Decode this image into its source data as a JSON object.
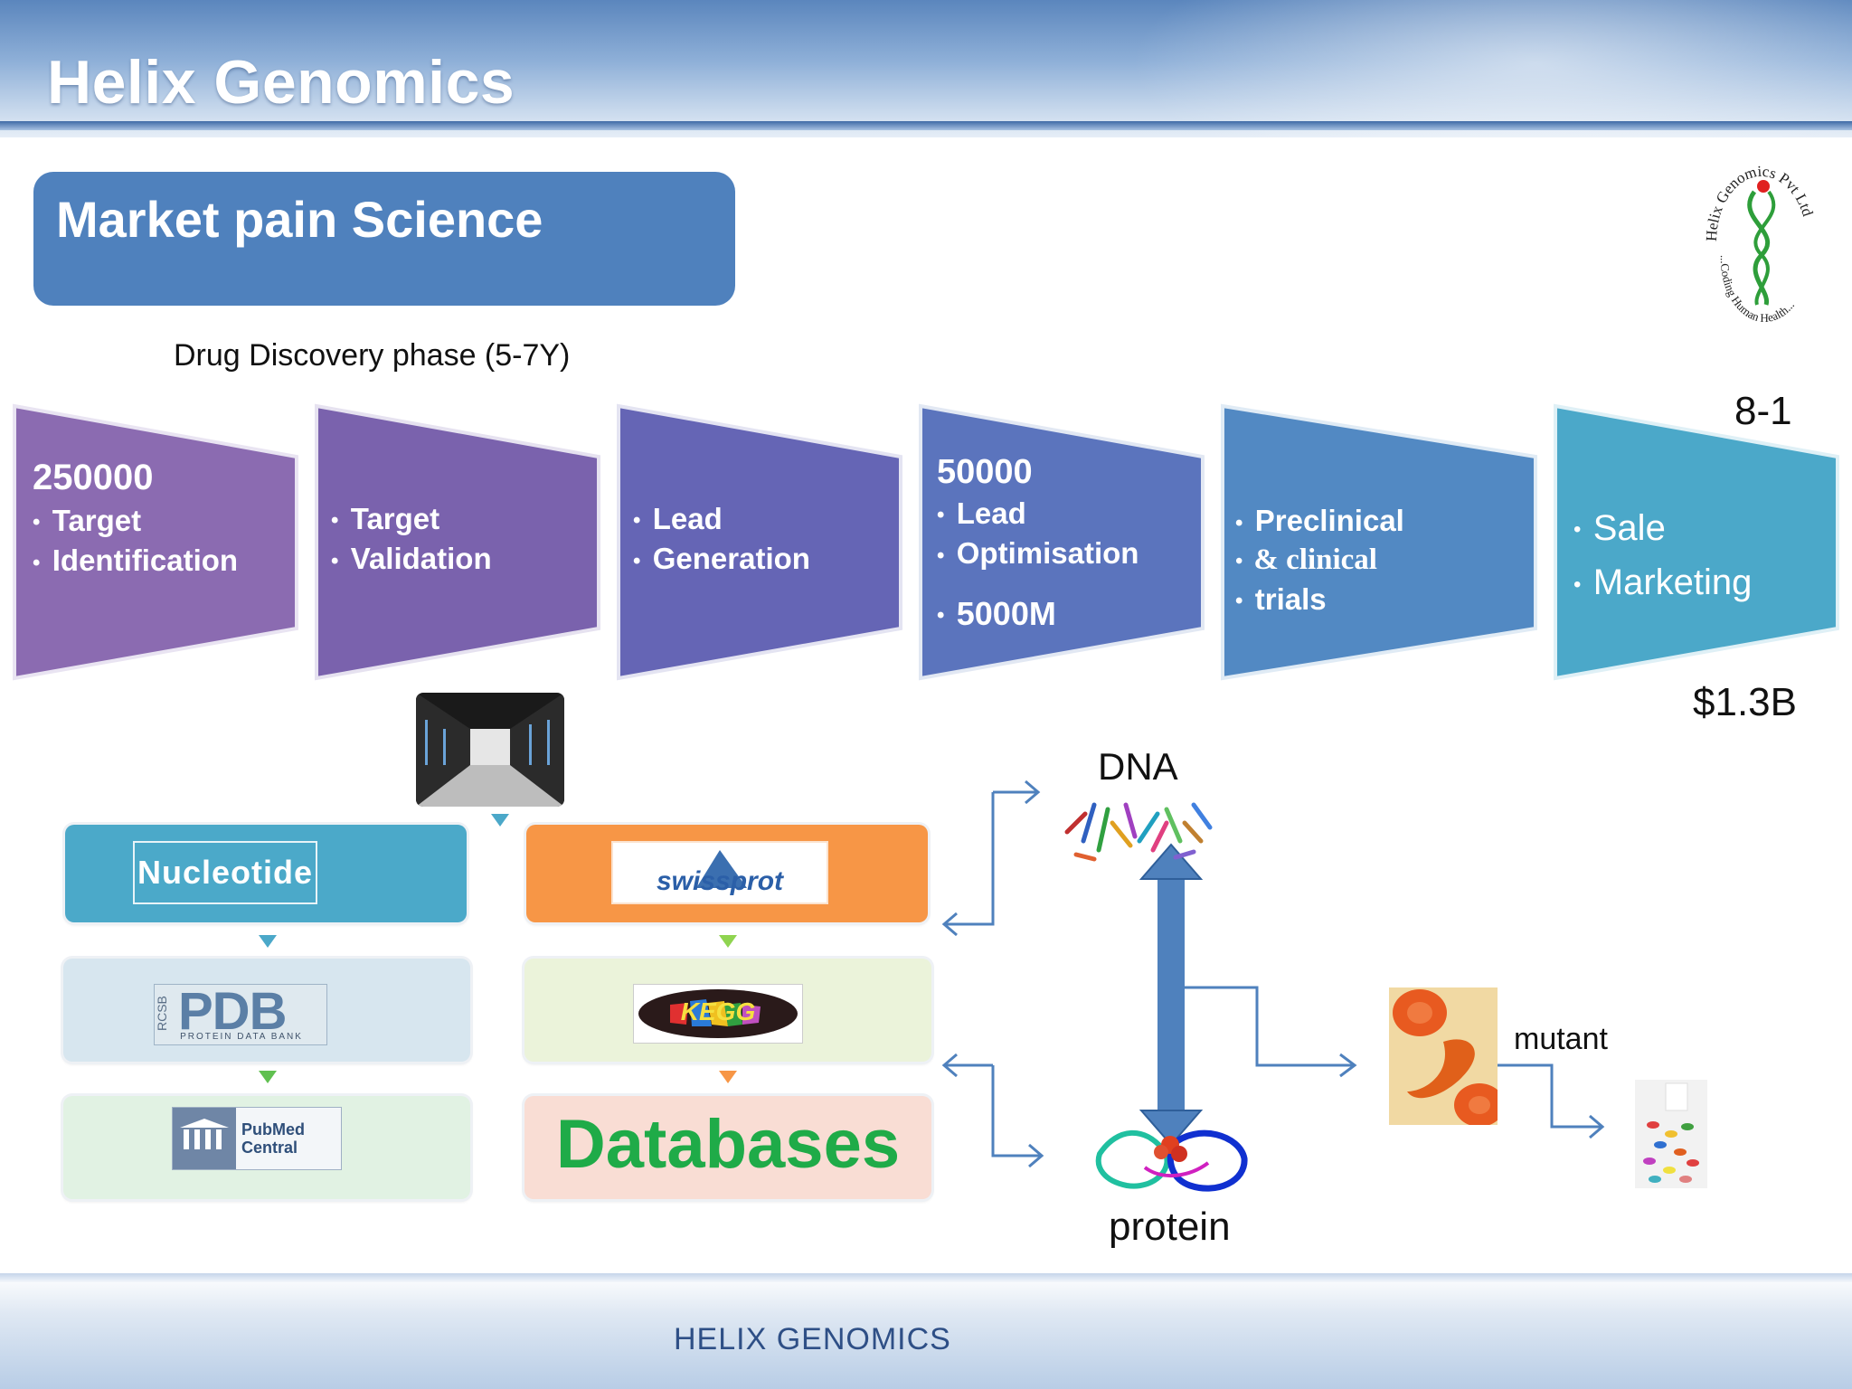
{
  "header": {
    "title": "Helix Genomics"
  },
  "slide": {
    "title": "Market pain Science",
    "phase_label": "Drug Discovery phase (5-7Y)"
  },
  "logo": {
    "ring_text": "Helix Genomics Pvt Ltd",
    "tagline": "...Coding Human Health..."
  },
  "stages": [
    {
      "number": "250000",
      "bullets": [
        "Target",
        "Identification"
      ],
      "color": "#8b6bb1"
    },
    {
      "number": "",
      "bullets": [
        "Target",
        "Validation"
      ],
      "color": "#7a62ad"
    },
    {
      "number": "",
      "bullets": [
        "Lead",
        "Generation"
      ],
      "color": "#6565b5"
    },
    {
      "number": "50000",
      "bullets": [
        "Lead",
        "Optimisation"
      ],
      "extra": "5000M",
      "color": "#5b74bd"
    },
    {
      "number": "",
      "bullets": [
        "Preclinical",
        "& clinical",
        "trials"
      ],
      "color": "#5289c3"
    },
    {
      "number": "",
      "bullets": [
        "Sale",
        "Marketing"
      ],
      "color": "#4ba8c9"
    }
  ],
  "annotations": {
    "years": "8-1",
    "cost": "$1.3B"
  },
  "databases": {
    "nucleotide": "Nucleotide",
    "swissprot": "swissprot",
    "pdb": "PDB",
    "pdb_side": "RCSB",
    "pdb_sub": "PROTEIN DATA BANK",
    "kegg": "KEGG",
    "pubmed_line1": "PubMed",
    "pubmed_line2": "Central",
    "databases_label": "Databases"
  },
  "biology": {
    "dna": "DNA",
    "protein": "protein",
    "mutant": "mutant"
  },
  "footer": {
    "text": "HELIX  GENOMICS"
  }
}
